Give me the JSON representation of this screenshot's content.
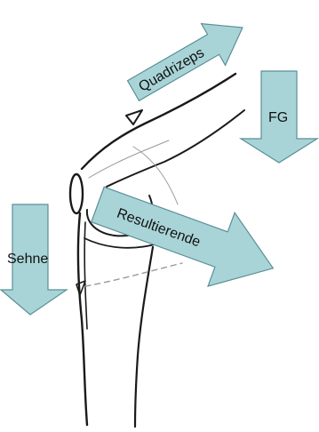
{
  "arrow_fill": "#a9d4d7",
  "arrow_stroke": "#5a8f96",
  "labels": {
    "quadrizeps": "Quadrizeps",
    "fg": "FG",
    "resultierende": "Resultierende",
    "sehne": "Sehne"
  }
}
